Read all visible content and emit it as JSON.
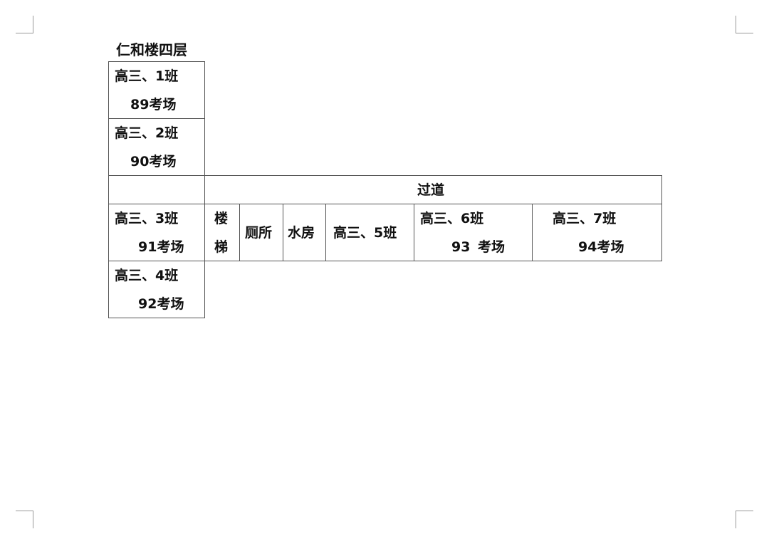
{
  "title": "仁和楼四层",
  "rooms": {
    "c1": {
      "line1": "高三、1班",
      "line2": "89考场"
    },
    "c2": {
      "line1": "高三、2班",
      "line2": "90考场"
    },
    "corridor": "过道",
    "c3": {
      "line1": "高三、3班",
      "line2": "91考场"
    },
    "stairs": {
      "line1": "楼",
      "line2": "梯"
    },
    "toilet": "厕所",
    "water": "水房",
    "c5": "高三、5班",
    "c6": {
      "line1": "高三、6班",
      "line2": "93 考场"
    },
    "c7": {
      "line1": "高三、7班",
      "line2": "94考场"
    },
    "c4": {
      "line1": "高三、4班",
      "line2": "92考场"
    }
  }
}
